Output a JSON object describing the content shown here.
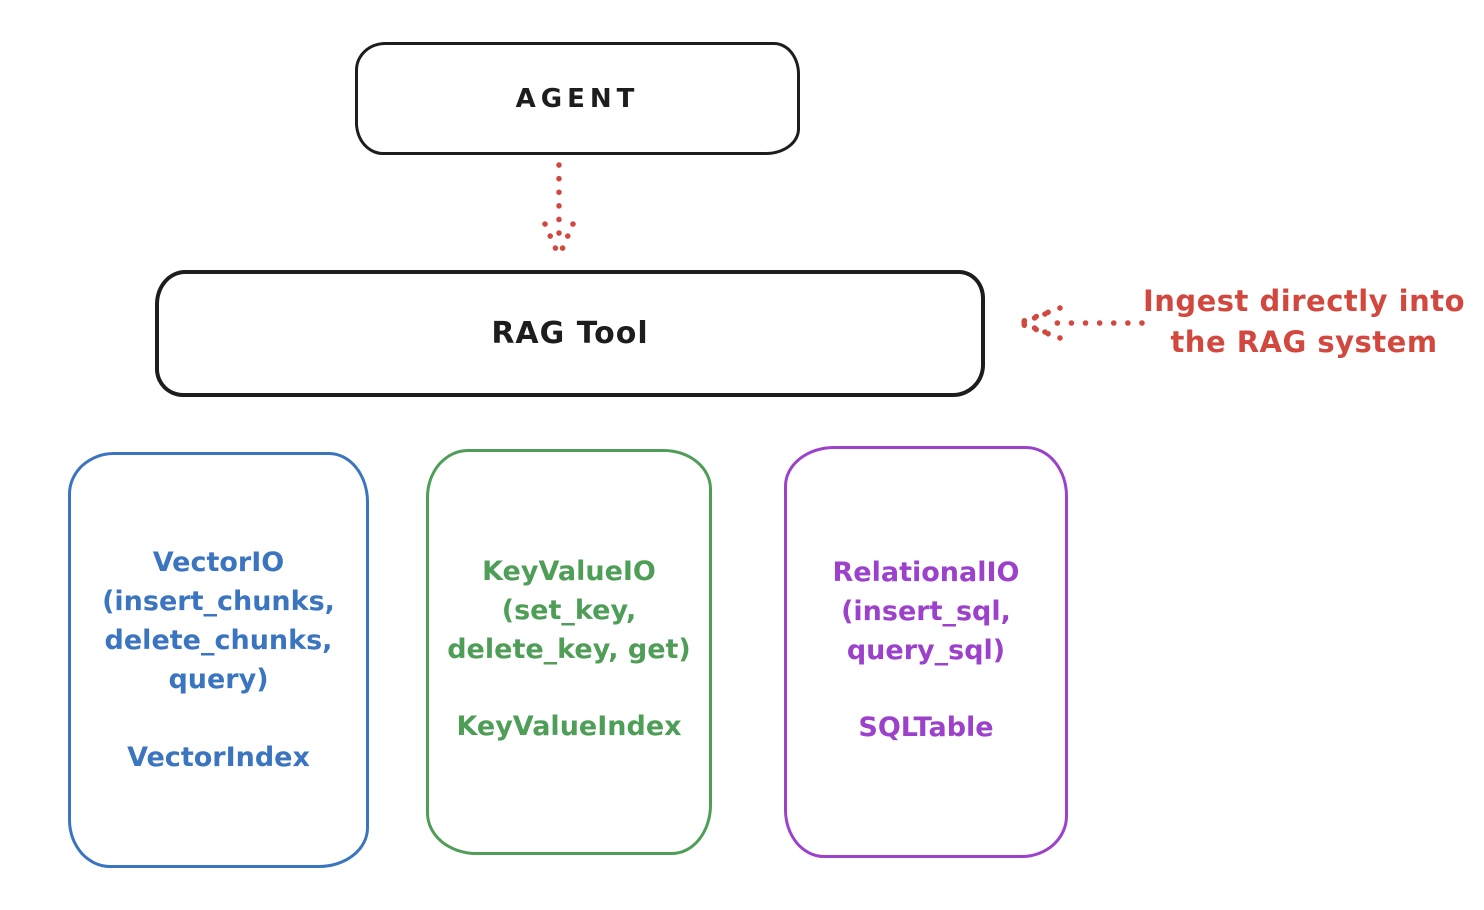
{
  "agent": {
    "label": "AGENT"
  },
  "rag_tool": {
    "label": "RAG Tool"
  },
  "annotation": {
    "line1": "Ingest directly into",
    "line2": "the RAG system"
  },
  "backends": [
    {
      "name": "VectorIO",
      "lines": [
        "VectorIO",
        "(insert_chunks,",
        "delete_chunks,",
        "query)"
      ],
      "index_label": "VectorIndex",
      "color": "#3b74bf"
    },
    {
      "name": "KeyValueIO",
      "lines": [
        "KeyValueIO",
        "(set_key,",
        "delete_key, get)"
      ],
      "index_label": "KeyValueIndex",
      "color": "#4f9e57"
    },
    {
      "name": "RelationalIO",
      "lines": [
        "RelationalIO",
        "(insert_sql,",
        "query_sql)"
      ],
      "index_label": "SQLTable",
      "color": "#9c41cc"
    }
  ],
  "colors": {
    "ink": "#1d1d1d",
    "red": "#d2483f",
    "blue": "#3b74bf",
    "green": "#4f9e57",
    "purple": "#9c41cc"
  }
}
